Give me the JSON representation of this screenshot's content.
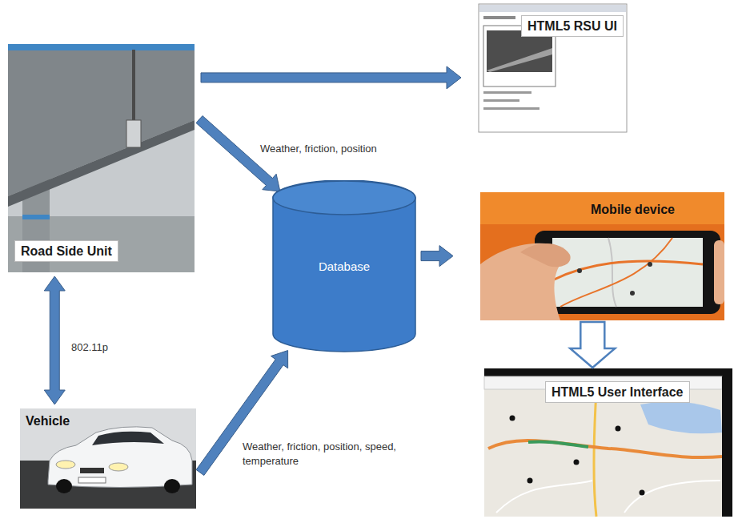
{
  "diagram": {
    "nodes": [
      {
        "text": [
          "Road Side Unit"
        ]
      },
      {
        "text": [
          "HTML5 RSU UI"
        ]
      },
      {
        "text": [
          "Database"
        ]
      },
      {
        "text": [
          "Mobile device"
        ]
      },
      {
        "text": [
          "Vehicle"
        ]
      },
      {
        "text": [
          "HTML5 User Interface"
        ]
      }
    ],
    "edges": [
      {
        "from": 0,
        "to": 1,
        "arrow": "to"
      },
      {
        "from": 0,
        "to": 2,
        "arrow": "to",
        "label": "Weather, friction, position"
      },
      {
        "from": 0,
        "to": 4,
        "arrow": "both",
        "label": "802.11p"
      },
      {
        "from": 4,
        "to": 2,
        "arrow": "to",
        "label": "Weather, friction, position, speed, temperature"
      },
      {
        "from": 2,
        "to": 3,
        "arrow": "to"
      },
      {
        "from": 3,
        "to": 5,
        "arrow": "to"
      }
    ]
  }
}
